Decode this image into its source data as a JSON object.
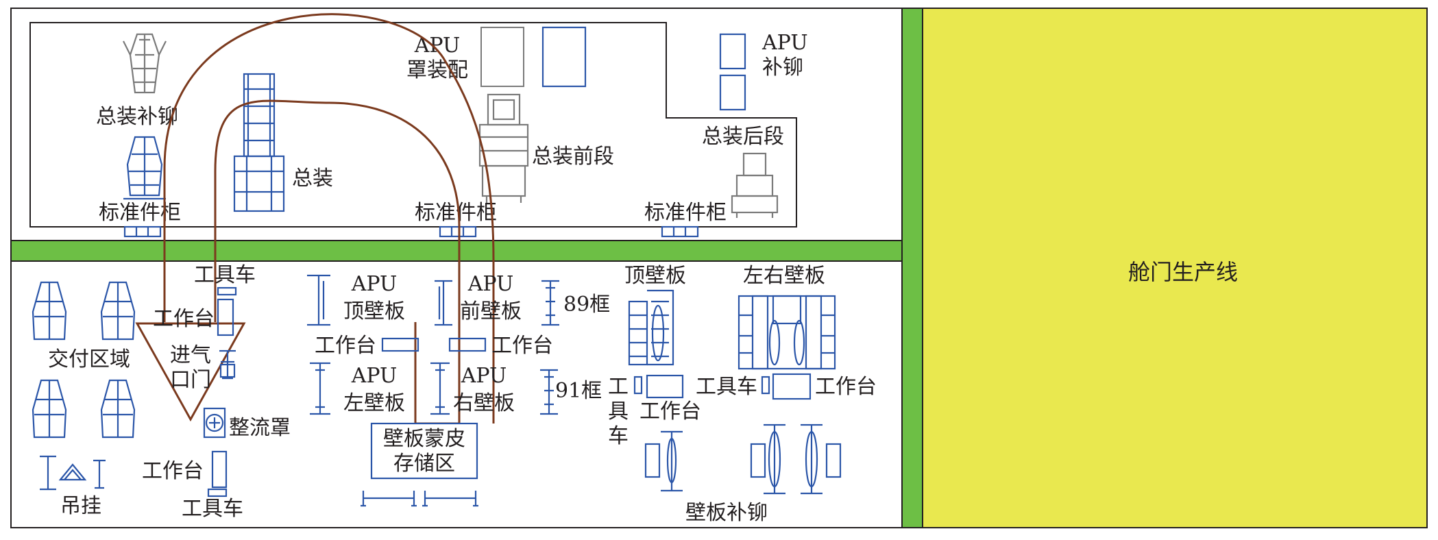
{
  "labels": {
    "final_assembly_repair_riveting": "总装补铆",
    "final_assembly": "总装",
    "apu_cover_fitting_top": "APU",
    "apu_cover_fitting_bottom": "罩装配",
    "apu_repair_riveting_top": "APU",
    "apu_repair_riveting_bottom": "补铆",
    "final_assembly_front": "总装前段",
    "final_assembly_rear": "总装后段",
    "standard_parts_cabinet_1": "标准件柜",
    "standard_parts_cabinet_2": "标准件柜",
    "standard_parts_cabinet_3": "标准件柜",
    "tool_cart_1": "工具车",
    "workbench_1": "工作台",
    "delivery_area": "交付区域",
    "air_intake_door_1": "进气",
    "air_intake_door_2": "口门",
    "fairing": "整流罩",
    "workbench_2": "工作台",
    "hanging": "吊挂",
    "tool_cart_2": "工具车",
    "apu_top_panel_1": "APU",
    "apu_top_panel_2": "顶壁板",
    "apu_front_panel_1": "APU",
    "apu_front_panel_2": "前壁板",
    "frame_89": "89框",
    "workbench_3": "工作台",
    "workbench_4": "工作台",
    "apu_left_panel_1": "APU",
    "apu_left_panel_2": "左壁板",
    "apu_right_panel_1": "APU",
    "apu_right_panel_2": "右壁板",
    "frame_91": "91框",
    "panel_skin_storage_1": "壁板蒙皮",
    "panel_skin_storage_2": "存储区",
    "top_panel": "顶壁板",
    "left_right_panel": "左右壁板",
    "tool_cart_vertical_1": "工",
    "tool_cart_vertical_2": "具",
    "tool_cart_vertical_3": "车",
    "workbench_5": "工作台",
    "tool_cart_3": "工具车",
    "workbench_6": "工作台",
    "panel_repair_riveting": "壁板补铆",
    "hatch_production_line": "舱门生产线"
  },
  "colors": {
    "corridor_green": "#6dbf45",
    "production_line_yellow": "#e9e84f",
    "equipment_blue": "#2a55a8",
    "route_brown": "#7b3a1e",
    "outline_black": "#231f20"
  }
}
